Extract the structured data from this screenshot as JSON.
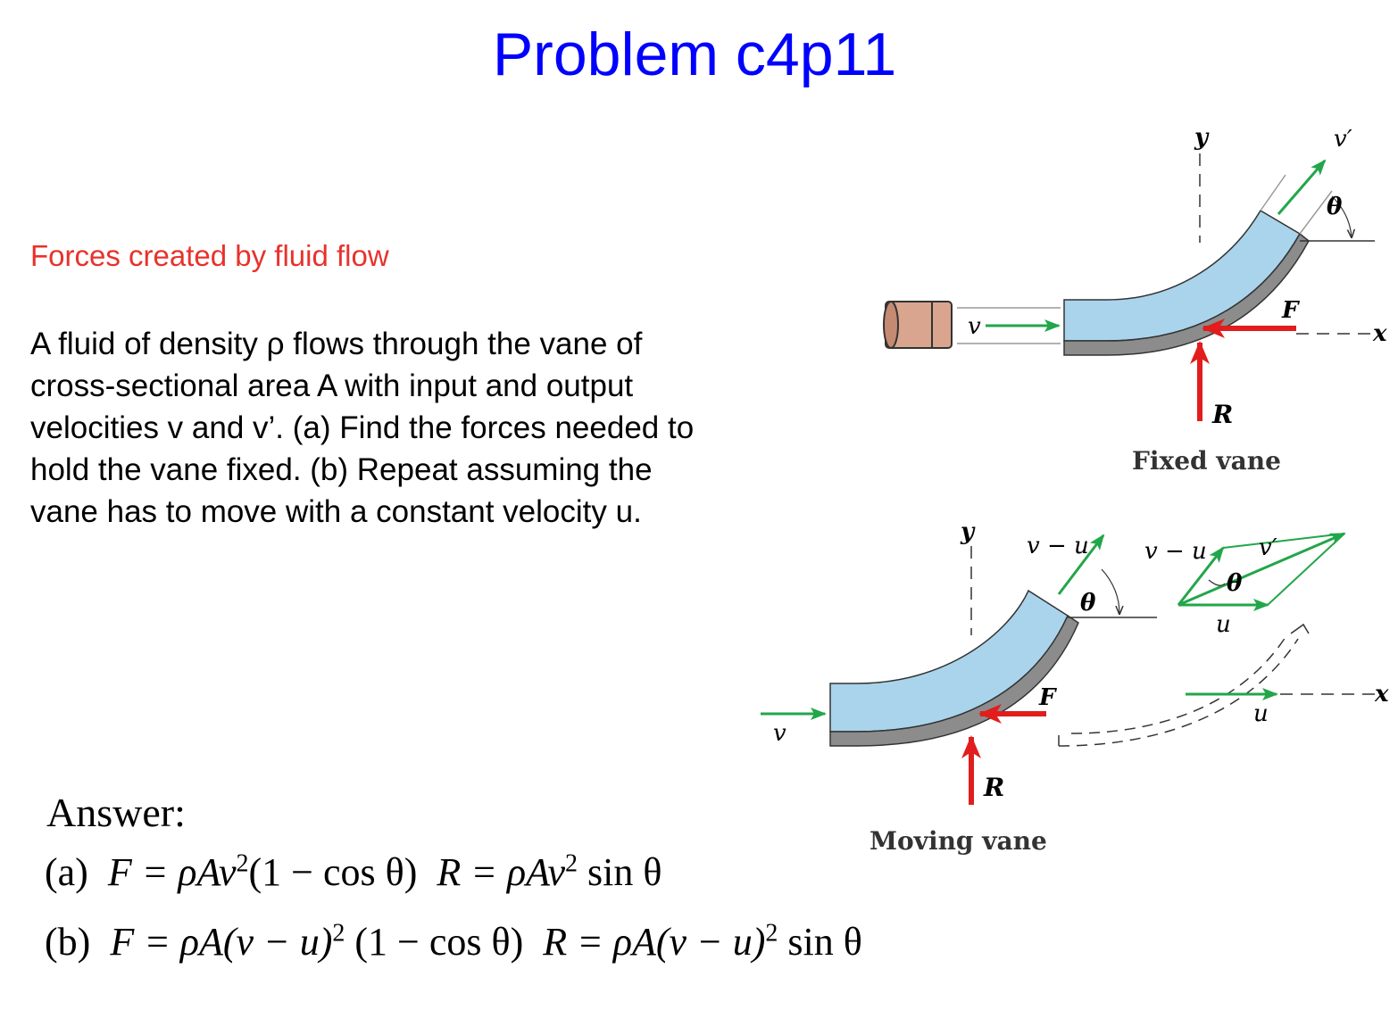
{
  "title": "Problem c4p11",
  "subtitle": "Forces created by fluid flow",
  "problem_lines": [
    "A fluid of density ρ flows through the vane of",
    "cross-sectional area A with input and output",
    "velocities v and v’.  (a) Find the forces needed to",
    "hold the vane fixed.  (b) Repeat assuming the",
    "vane has to move with a constant velocity u."
  ],
  "answer": {
    "heading": "Answer:",
    "a": {
      "label": "(a)",
      "F": "F = ρAv",
      "F_exp": "2",
      "F_tail": "(1 − cos θ)",
      "R": "R = ρAv",
      "R_exp": "2",
      "R_tail": "sin θ"
    },
    "b": {
      "label": "(b)",
      "F": "F = ρA(v − u)",
      "F_exp": "2",
      "F_tail": "(1 − cos θ)",
      "R": "R = ρA(v − u)",
      "R_exp": "2",
      "R_tail": "sin θ"
    }
  },
  "figure": {
    "fixed": {
      "caption": "Fixed vane",
      "y": "y",
      "x": "x",
      "v": "v",
      "v_prime": "v′",
      "theta": "θ",
      "F": "F",
      "R": "R"
    },
    "moving": {
      "caption": "Moving vane",
      "y": "y",
      "x": "x",
      "v": "v",
      "v_minus_u": "v − u",
      "v_minus_u_2": "v − u",
      "v_prime": "v′",
      "theta": "θ",
      "theta_2": "θ",
      "u": "u",
      "u_2": "u",
      "F": "F",
      "R": "R"
    },
    "colors": {
      "fluid": "#a9d4ec",
      "vane": "#8c8c8c",
      "force_arrow": "#e11d1d",
      "velocity_arrow": "#22a64a",
      "nozzle": "#d9a58e"
    }
  }
}
